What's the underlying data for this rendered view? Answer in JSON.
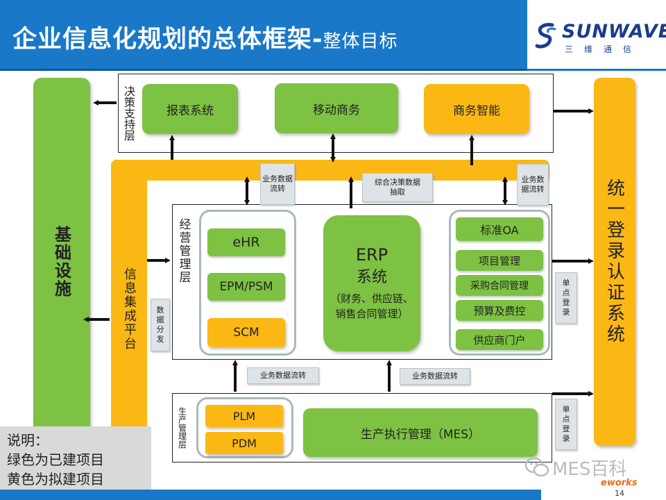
{
  "header": {
    "title": "企业信息化规划的总体框架-",
    "subtitle": "整体目标",
    "logo_word": "SUNWAVE",
    "logo_cn": "三维通信"
  },
  "left_pillar": {
    "label": "基础设施"
  },
  "right_pillar": {
    "label": "统一登录认证系统"
  },
  "integration_platform": {
    "label": "信息集成平台"
  },
  "decision_layer": {
    "label": "决策支持层",
    "items": [
      "报表系统",
      "移动商务",
      "商务智能"
    ]
  },
  "management_layer": {
    "label": "经营管理层",
    "left_group": [
      "eHR",
      "EPM/PSM",
      "SCM"
    ],
    "erp": {
      "title": "ERP",
      "subtitle": "系统",
      "detail": "（财务、供应链、销售合同管理）"
    },
    "right_group": [
      "标准OA",
      "项目管理",
      "采购合同管理",
      "预算及费控",
      "供应商门户"
    ]
  },
  "production_layer": {
    "label": "生产管理层",
    "items": [
      "PLM",
      "PDM"
    ],
    "mes": "生产执行管理（MES）"
  },
  "flow_labels": {
    "biz_flow_left": "业务数据流转",
    "decision_extract": "综合决策数据抽取",
    "biz_flow_right": "业务数据流转",
    "data_distribute": "数据分发",
    "sso_top": "单点登录",
    "sso_bottom": "单点登录",
    "biz_flow_mid_left": "业务数据流转",
    "biz_flow_mid_right": "业务数据流转"
  },
  "legend": {
    "title": "说明：",
    "green": "绿色为已建项目",
    "yellow": "黄色为拟建项目"
  },
  "watermark": "MES百科",
  "footer_brand": "eworks",
  "page_number": "14",
  "colors": {
    "green": "#7dc242",
    "yellow": "#fbb814",
    "blue": "#1a78c8",
    "gray": "#dde3e6"
  }
}
